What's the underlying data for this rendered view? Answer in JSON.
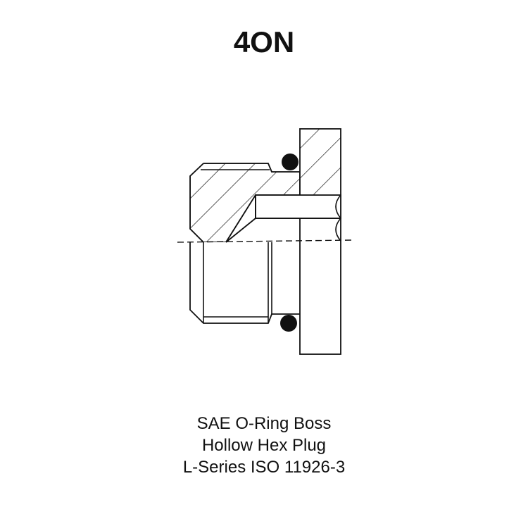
{
  "title": "4ON",
  "caption": {
    "line1": "SAE O-Ring Boss",
    "line2": "Hollow Hex Plug",
    "line3": "L-Series ISO 11926-3"
  },
  "colors": {
    "stroke": "#111111",
    "background": "#ffffff"
  }
}
